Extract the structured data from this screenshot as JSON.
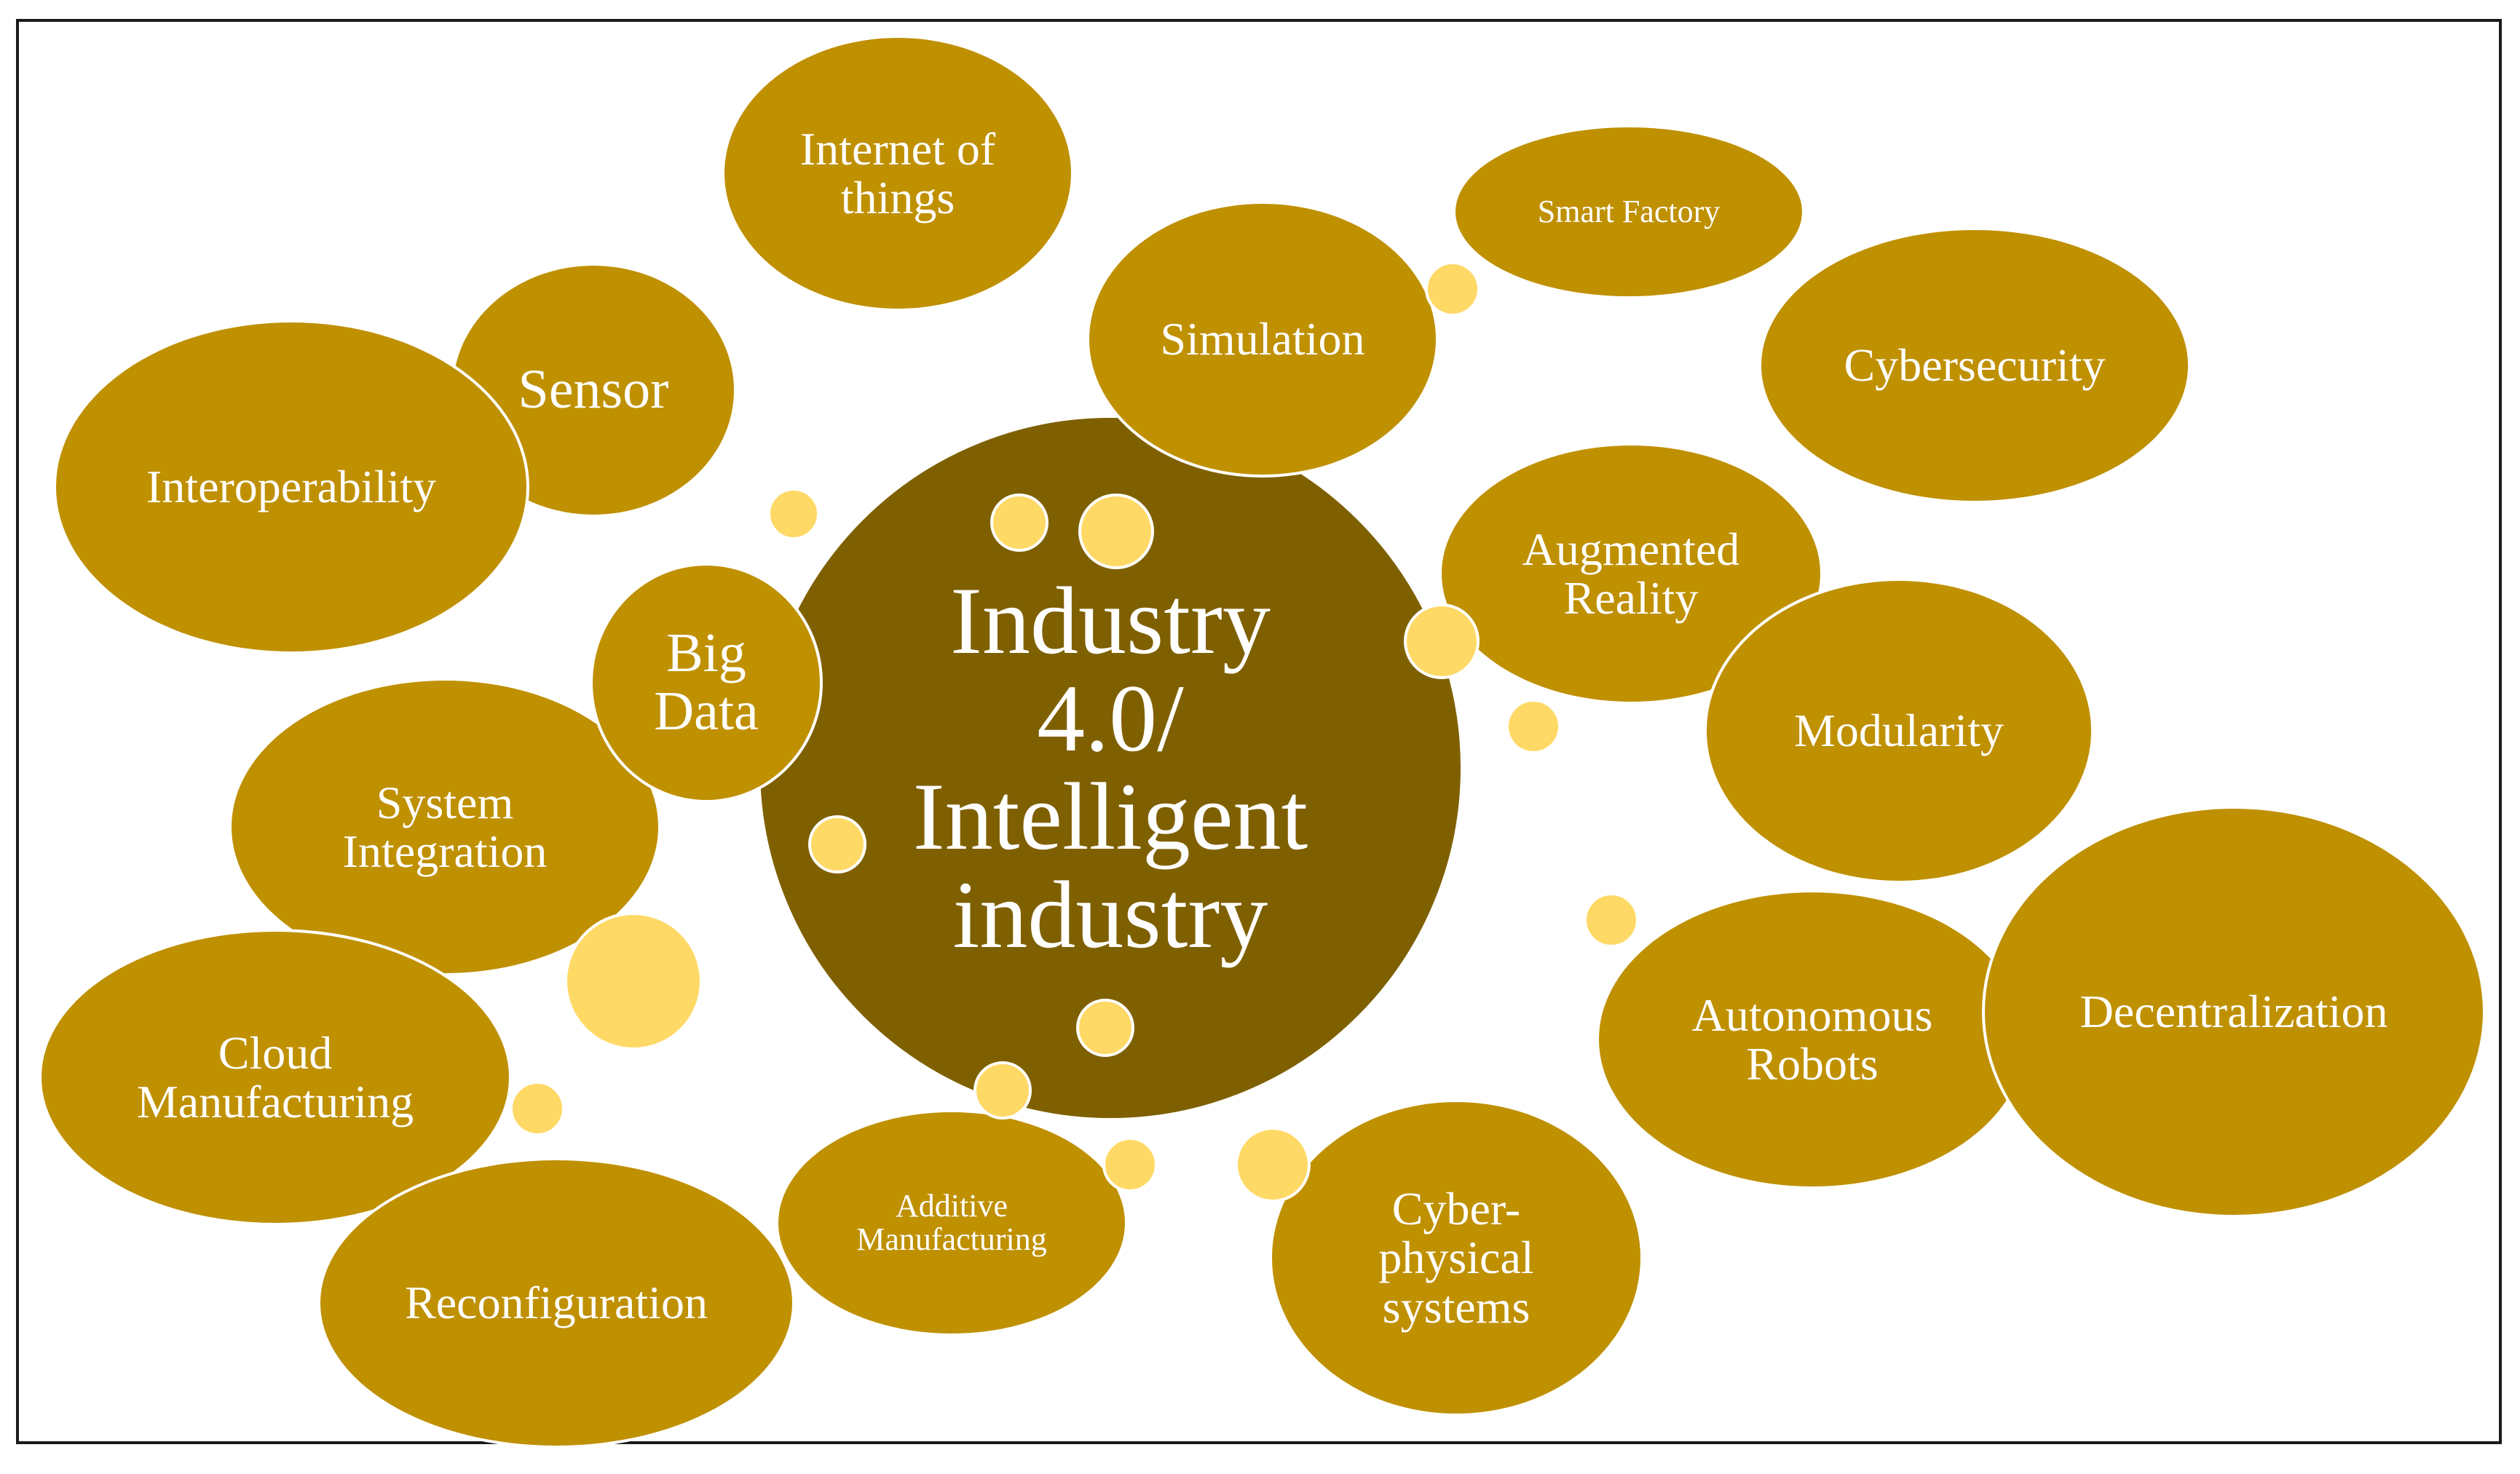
{
  "diagram": {
    "colors": {
      "bubble": "#bf9000",
      "center": "#7f6000",
      "dot": "#ffd966",
      "text": "#ffffff",
      "frame": "#1a1a1a"
    },
    "center": {
      "label": "Industry\n4.0/\nIntelligent\nindustry"
    },
    "nodes": [
      {
        "id": "internet-of-things",
        "label": "Internet of\nthings"
      },
      {
        "id": "smart-factory",
        "label": "Smart Factory"
      },
      {
        "id": "simulation",
        "label": "Simulation"
      },
      {
        "id": "cybersecurity",
        "label": "Cybersecurity"
      },
      {
        "id": "sensor",
        "label": "Sensor"
      },
      {
        "id": "interoperability",
        "label": "Interoperability"
      },
      {
        "id": "augmented-reality",
        "label": "Augmented\nReality"
      },
      {
        "id": "big-data",
        "label": "Big\nData"
      },
      {
        "id": "modularity",
        "label": "Modularity"
      },
      {
        "id": "system-integration",
        "label": "System\nIntegration"
      },
      {
        "id": "decentralization",
        "label": "Decentralization"
      },
      {
        "id": "autonomous-robots",
        "label": "Autonomous\nRobots"
      },
      {
        "id": "cloud-manufacturing",
        "label": "Cloud\nManufacturing"
      },
      {
        "id": "additive-manufacturing",
        "label": "Additive\nManufacturing"
      },
      {
        "id": "cyber-physical-systems",
        "label": "Cyber-\nphysical\nsystems"
      },
      {
        "id": "reconfiguration",
        "label": "Reconfiguration"
      }
    ]
  }
}
